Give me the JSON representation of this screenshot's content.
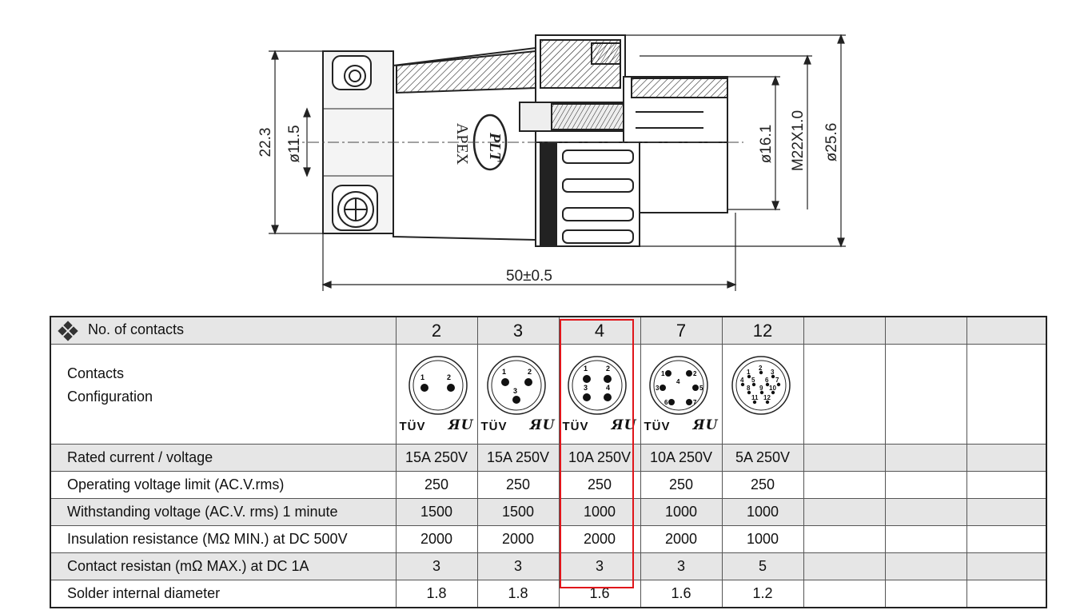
{
  "drawing": {
    "dims": {
      "height_left": "22.3",
      "diameter_inner_left": "ø11.5",
      "length": "50±0.5",
      "diameter_body": "ø16.1",
      "thread": "M22X1.0",
      "diameter_outer": "ø25.6"
    },
    "brand_text": "APEX",
    "logo_text": "PLT"
  },
  "table": {
    "header_label": "No. of contacts",
    "contact_counts": [
      "2",
      "3",
      "4",
      "7",
      "12"
    ],
    "config_label_line1": "Contacts",
    "config_label_line2": "Configuration",
    "cert_tuv": "TÜV",
    "cert_ul": "ЯU",
    "pin_labels": {
      "c2": [
        "1",
        "2"
      ],
      "c3": [
        "1",
        "2",
        "3"
      ],
      "c4": [
        "1",
        "2",
        "3",
        "4"
      ],
      "c7": [
        "1",
        "2",
        "3",
        "4",
        "5",
        "6",
        "7"
      ],
      "c12": [
        "1",
        "2",
        "3",
        "4",
        "5",
        "6",
        "7",
        "8",
        "9",
        "10",
        "11",
        "12"
      ]
    },
    "rows": [
      {
        "label": "Rated current / voltage",
        "values": [
          "15A 250V",
          "15A 250V",
          "10A 250V",
          "10A 250V",
          "5A 250V"
        ]
      },
      {
        "label": "Operating voltage limit (AC.V.rms)",
        "values": [
          "250",
          "250",
          "250",
          "250",
          "250"
        ]
      },
      {
        "label": "Withstanding voltage (AC.V. rms) 1 minute",
        "values": [
          "1500",
          "1500",
          "1000",
          "1000",
          "1000"
        ]
      },
      {
        "label": "Insulation resistance (MΩ MIN.) at DC 500V",
        "values": [
          "2000",
          "2000",
          "2000",
          "2000",
          "1000"
        ]
      },
      {
        "label": "Contact resistan (mΩ MAX.) at DC 1A",
        "values": [
          "3",
          "3",
          "3",
          "3",
          "5"
        ]
      },
      {
        "label": "Solder internal diameter",
        "values": [
          "1.8",
          "1.8",
          "1.6",
          "1.6",
          "1.2"
        ]
      }
    ],
    "highlight_color": "#e0161b"
  }
}
